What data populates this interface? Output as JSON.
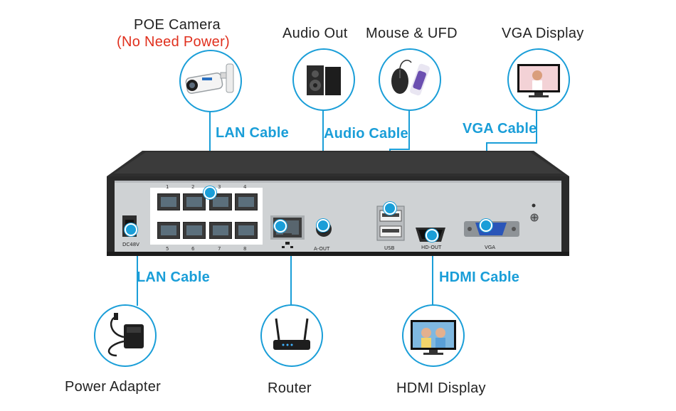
{
  "devices": {
    "poe_camera": "POE Camera",
    "poe_note": "(No Need Power)",
    "audio_out": "Audio Out",
    "mouse_ufd": "Mouse & UFD",
    "vga_display": "VGA Display",
    "power_adapter": "Power Adapter",
    "router": "Router",
    "hdmi_display": "HDMI Display"
  },
  "cables": {
    "lan_top": "LAN Cable",
    "audio": "Audio Cable",
    "vga": "VGA Cable",
    "lan_bottom": "LAN Cable",
    "hdmi": "HDMI Cable"
  },
  "panel": {
    "dc_label": "DC48V",
    "aout_label": "A-OUT",
    "usb_label": "USB",
    "hdmi_label": "HD-OUT",
    "vga_label": "VGA",
    "top_numbers": [
      "1",
      "2",
      "3",
      "4"
    ],
    "bottom_numbers": [
      "5",
      "6",
      "7",
      "8"
    ]
  },
  "colors": {
    "accent": "#1a9ed8",
    "note": "#e0301e",
    "chassis": "#2b2b2b",
    "panel": "#cfd2d4"
  }
}
